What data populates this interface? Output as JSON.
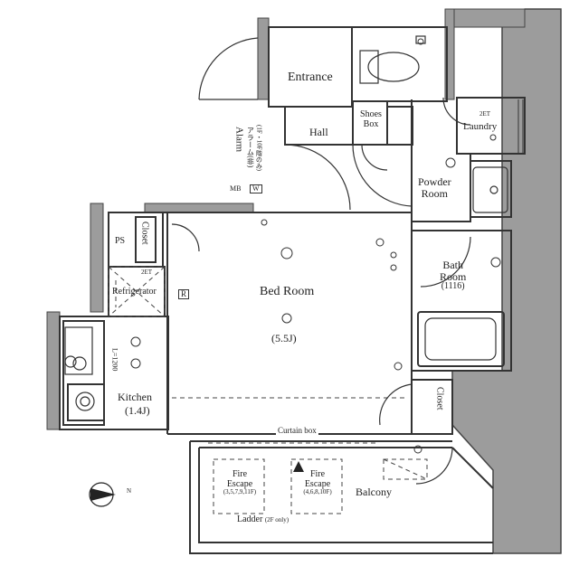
{
  "rooms": {
    "entrance": "Entrance",
    "hall": "Hall",
    "shoes_box": [
      "Shoes",
      "Box"
    ],
    "laundry": "Laundry",
    "powder_room": [
      "Powder",
      "Room"
    ],
    "bath_room": [
      "Bath",
      "Room",
      "(1116)"
    ],
    "bed_room": "Bed Room",
    "bed_room_size": "(5.5J)",
    "kitchen": "Kitchen",
    "kitchen_size": "(1.4J)",
    "refrigerator": "Refrigerator",
    "closet": "Closet",
    "ps": "PS",
    "mb": "MB",
    "w": "W",
    "r": "R",
    "curtain_box": "Curtain box",
    "fire_escape": "Fire\nEscape",
    "fire_escape_a_sub": "(3,5,7,9,11F)",
    "fire_escape_b_sub": "(4,6,8,10F)",
    "balcony": "Balcony",
    "ladder": "Ladder",
    "ladder_sub": "(2F only)",
    "alarm": "Alarm",
    "alarm_jp": "アラーム(非)",
    "alarm_sub": "(1F・10F階のみ)",
    "kitchen_dim": "L=1200",
    "tags": [
      "2ET",
      "2ET"
    ]
  },
  "colors": {
    "wall": "#4a4a4a",
    "wall_fill": "#8f8f8f",
    "line": "#333333"
  },
  "north_icon": "north-arrow-icon"
}
